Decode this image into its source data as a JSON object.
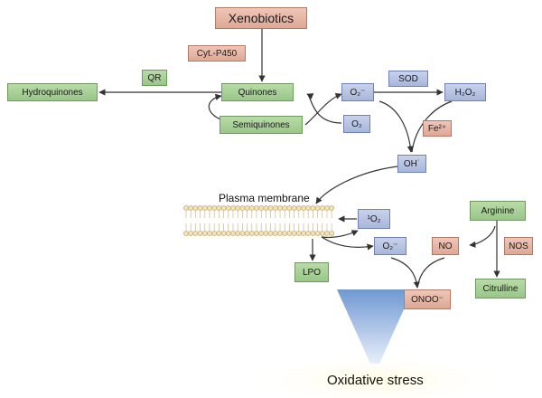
{
  "nodes": {
    "xenobiotics": "Xenobiotics",
    "cyt_p450": "Cyt.-P450",
    "qr": "QR",
    "hydroquinones": "Hydroquinones",
    "quinones": "Quinones",
    "semiquinones": "Semiquinones",
    "superoxide": "O₂⁻",
    "oxygen": "O₂",
    "sod": "SOD",
    "h2o2": "H₂O₂",
    "fe": "Fe²⁺",
    "hydroxyl": "OH˙",
    "singlet_oxygen": "¹O₂",
    "superoxide_2": "O₂⁻",
    "arginine": "Arginine",
    "no": "NO",
    "nos": "NOS",
    "lpo": "LPO",
    "citrulline": "Citrulline",
    "peroxynitrite": "ONOO⁻"
  },
  "labels": {
    "plasma_membrane": "Plasma membrane",
    "oxidative_stress": "Oxidative stress"
  },
  "colors": {
    "green": "#a9d098",
    "blue": "#b6c2e3",
    "salmon": "#e6b6a4",
    "arrow": "#333333",
    "funnel": "#7ea4d8"
  }
}
